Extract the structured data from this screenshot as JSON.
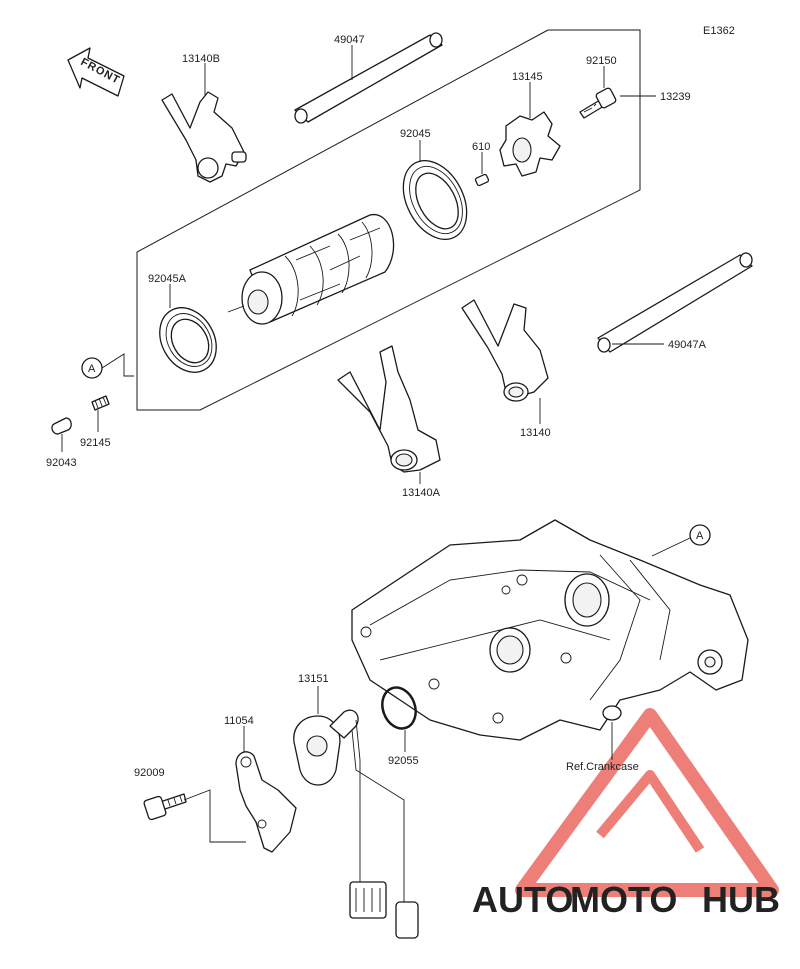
{
  "diagram": {
    "code": "E1362",
    "front_arrow_label": "FRONT",
    "callout_ref": "A",
    "part_labels": [
      {
        "id": "13140B",
        "text": "13140B"
      },
      {
        "id": "49047",
        "text": "49047"
      },
      {
        "id": "92150",
        "text": "92150"
      },
      {
        "id": "13145",
        "text": "13145"
      },
      {
        "id": "13239",
        "text": "13239"
      },
      {
        "id": "92045",
        "text": "92045"
      },
      {
        "id": "610",
        "text": "610"
      },
      {
        "id": "92045A",
        "text": "92045A"
      },
      {
        "id": "49047A",
        "text": "49047A"
      },
      {
        "id": "92145",
        "text": "92145"
      },
      {
        "id": "92043",
        "text": "92043"
      },
      {
        "id": "13140",
        "text": "13140"
      },
      {
        "id": "13140A",
        "text": "13140A"
      },
      {
        "id": "13151",
        "text": "13151"
      },
      {
        "id": "11054",
        "text": "11054"
      },
      {
        "id": "92009",
        "text": "92009"
      },
      {
        "id": "92055",
        "text": "92055"
      },
      {
        "id": "refcrankcase",
        "text": "Ref.Crankcase"
      }
    ]
  },
  "watermark": {
    "part1": "AUTO",
    "part2": "MOTO",
    "part3": "HUB",
    "color_orange": "#f4b73f",
    "color_red": "#e8534b",
    "color_gray": "#6b6b6b"
  }
}
